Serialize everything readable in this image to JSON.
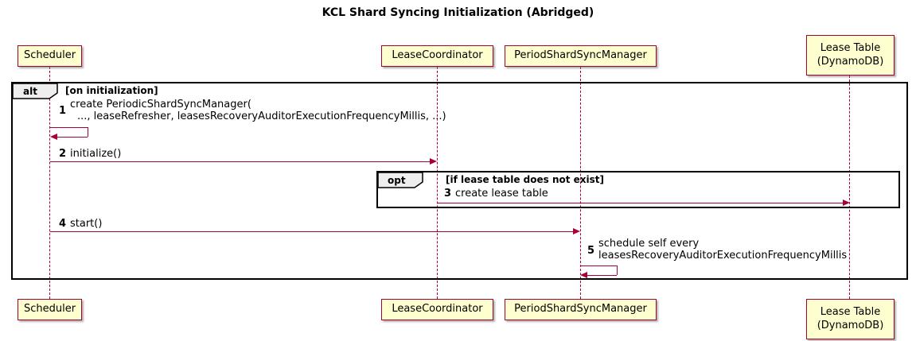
{
  "title": "KCL Shard Syncing Initialization (Abridged)",
  "participants": {
    "scheduler": {
      "label": "Scheduler"
    },
    "lease_coordinator": {
      "label": "LeaseCoordinator"
    },
    "period_shard_sync_manager": {
      "label": "PeriodShardSyncManager"
    },
    "lease_table": {
      "label": "Lease Table",
      "sublabel": "(DynamoDB)"
    }
  },
  "frames": {
    "alt": {
      "operator": "alt",
      "condition": "[on initialization]"
    },
    "opt": {
      "operator": "opt",
      "condition": "[if lease table does not exist]"
    }
  },
  "messages": {
    "m1": {
      "num": "1",
      "line1": "create PeriodicShardSyncManager(",
      "line2": "..., leaseRefresher, leasesRecoveryAuditorExecutionFrequencyMillis, ...)"
    },
    "m2": {
      "num": "2",
      "text": "initialize()"
    },
    "m3": {
      "num": "3",
      "text": "create lease table"
    },
    "m4": {
      "num": "4",
      "text": "start()"
    },
    "m5": {
      "num": "5",
      "line1": "schedule self every",
      "line2": "leasesRecoveryAuditorExecutionFrequencyMillis"
    }
  },
  "colors": {
    "participant_fill": "#FEFECE",
    "participant_border": "#A80036",
    "arrow": "#A80036",
    "frame_border": "#000000",
    "frame_tab_fill": "#EEEEEE"
  }
}
